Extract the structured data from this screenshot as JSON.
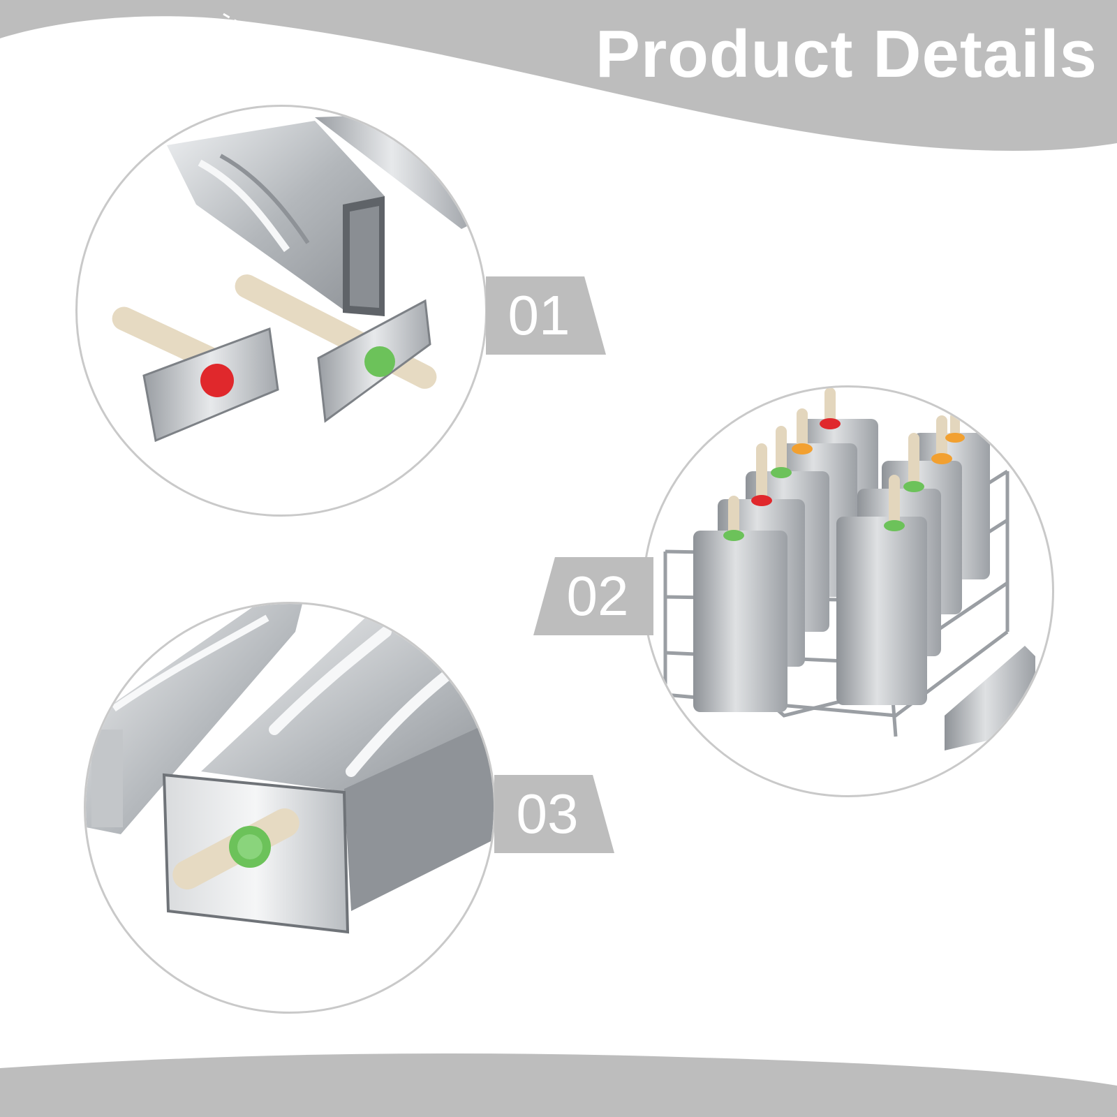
{
  "header": {
    "title": "Product Details"
  },
  "details": [
    {
      "number": "01"
    },
    {
      "number": "02"
    },
    {
      "number": "03"
    }
  ],
  "colors": {
    "band": "#bdbdbd",
    "circle_border": "#c9c9c9",
    "steel": "#b8bcc0",
    "stick": "#e3d6bd",
    "cap_red": "#e0282c",
    "cap_green": "#6cc25a",
    "cap_orange": "#f2a030"
  }
}
